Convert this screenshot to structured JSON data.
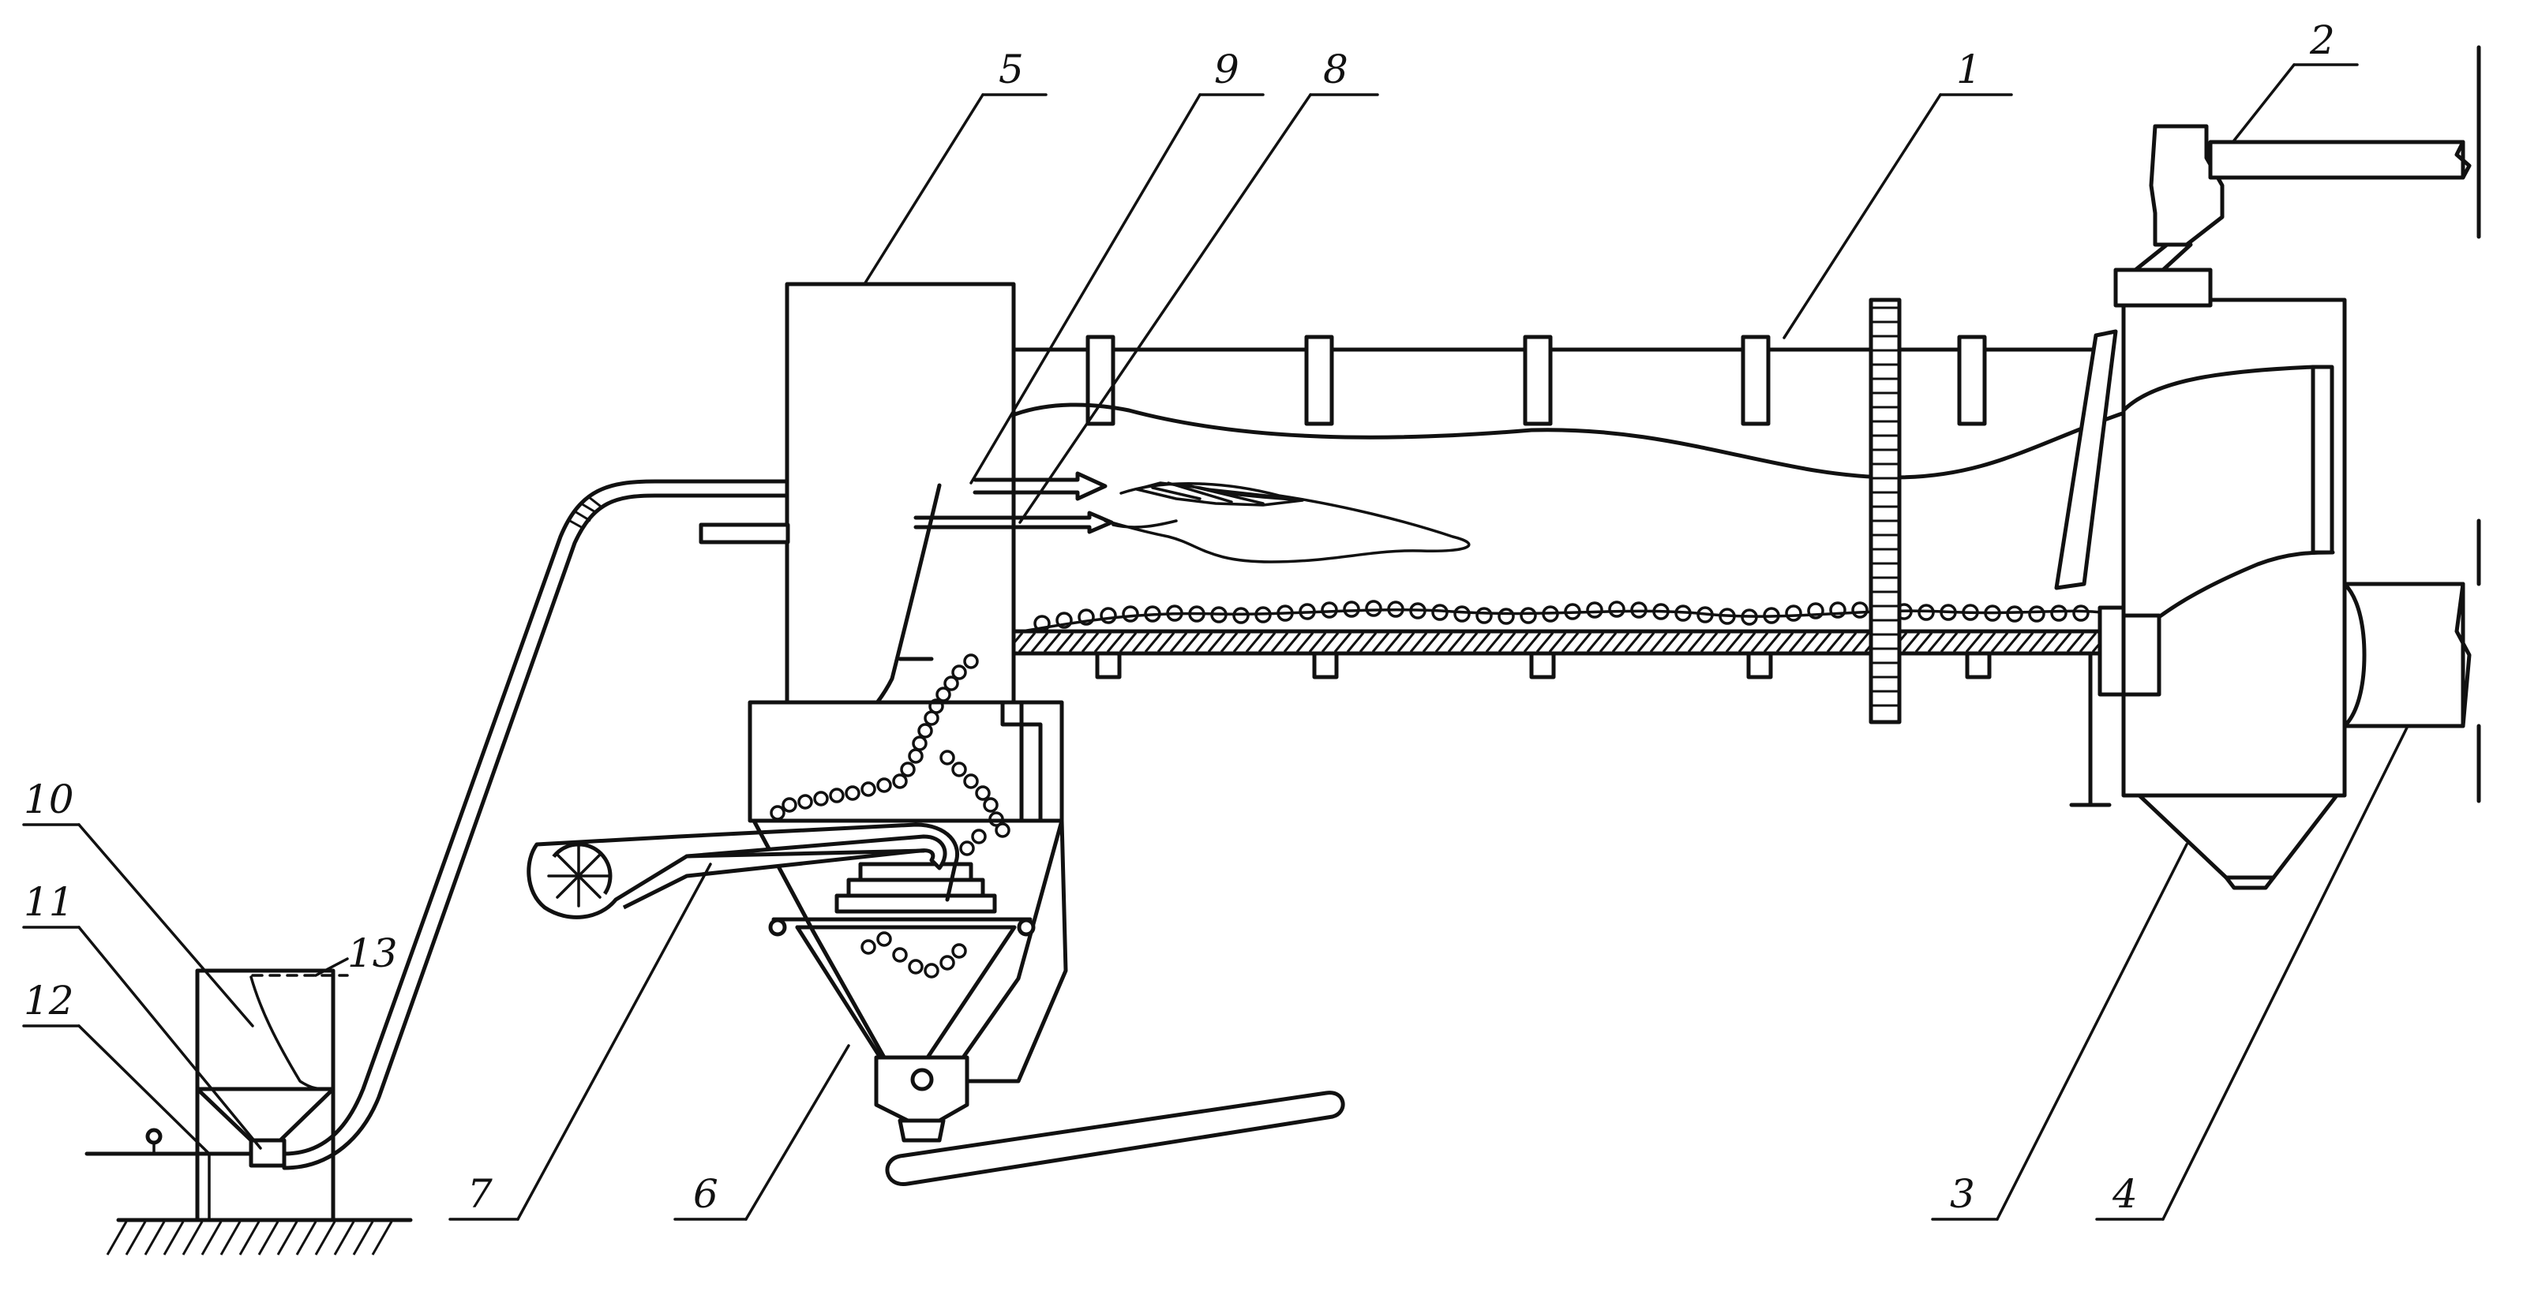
{
  "callouts": [
    {
      "label": "1",
      "ref": "rotary-drum"
    },
    {
      "label": "2",
      "ref": "feed-duct"
    },
    {
      "label": "3",
      "ref": "dust-chamber-hopper"
    },
    {
      "label": "4",
      "ref": "exhaust-duct"
    },
    {
      "label": "5",
      "ref": "discharge-chamber"
    },
    {
      "label": "6",
      "ref": "cooler-cone-hopper"
    },
    {
      "label": "7",
      "ref": "air-fan-duct"
    },
    {
      "label": "8",
      "ref": "burner-nozzle"
    },
    {
      "label": "9",
      "ref": "second-burner-pipe"
    },
    {
      "label": "10",
      "ref": "fuel-bunker"
    },
    {
      "label": "11",
      "ref": "fuel-feeder"
    },
    {
      "label": "12",
      "ref": "air-supply-line"
    },
    {
      "label": "13",
      "ref": "bunker-level-line"
    }
  ],
  "colors": {
    "line": "#111111",
    "background": "#ffffff"
  }
}
